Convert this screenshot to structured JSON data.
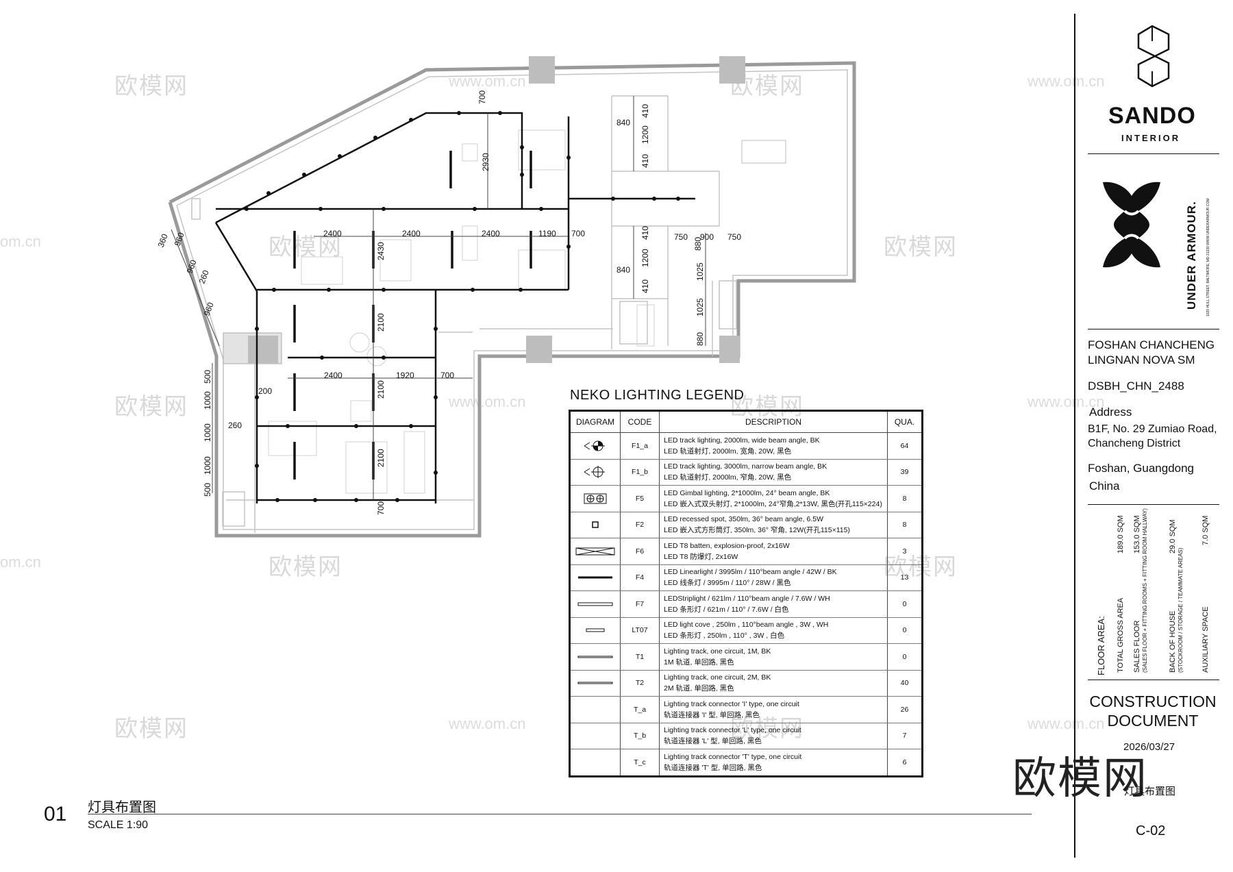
{
  "watermarks": {
    "cn": "欧模网",
    "url": "www.om.cn",
    "url_edge": "om.cn"
  },
  "plan": {
    "dimensions": [
      "700",
      "2930",
      "840",
      "410",
      "1200",
      "410",
      "2400",
      "2400",
      "2400",
      "1190",
      "700",
      "750",
      "900",
      "750",
      "880",
      "2430",
      "840",
      "410",
      "1200",
      "410",
      "1025",
      "1025",
      "880",
      "2100",
      "2400",
      "1920",
      "700",
      "2100",
      "2100",
      "700",
      "200",
      "260",
      "500",
      "1000",
      "1000",
      "1000",
      "500",
      "360",
      "960",
      "960",
      "260",
      "960"
    ]
  },
  "legend": {
    "title": "NEKO LIGHTING LEGEND",
    "headers": {
      "diagram": "DIAGRAM",
      "code": "CODE",
      "description": "DESCRIPTION",
      "qua": "QUA."
    },
    "rows": [
      {
        "symbol": "track-wide-icon",
        "code": "F1_a",
        "desc_en": "LED track lighting, 2000lm, wide beam angle, BK",
        "desc_cn": "LED 轨道射灯, 2000lm, 宽角, 20W, 黑色",
        "qua": "64"
      },
      {
        "symbol": "track-narrow-icon",
        "code": "F1_b",
        "desc_en": "LED track lighting, 3000lm, narrow beam angle, BK",
        "desc_cn": "LED 轨道射灯, 2000lm, 窄角, 20W, 黑色",
        "qua": "39"
      },
      {
        "symbol": "gimbal-icon",
        "code": "F5",
        "desc_en": "LED Gimbal lighting, 2*1000lm, 24° beam angle, BK",
        "desc_cn": "LED 嵌入式双头射灯, 2*1000lm, 24°窄角,2*13W, 黑色(开孔115×224)",
        "qua": "8"
      },
      {
        "symbol": "recessed-spot-icon",
        "code": "F2",
        "desc_en": "LED recessed spot, 350lm, 36° beam angle, 6.5W",
        "desc_cn": "LED 嵌入式方形筒灯, 350lm, 36° 窄角, 12W(开孔115×115)",
        "qua": "8"
      },
      {
        "symbol": "t8-batten-icon",
        "code": "F6",
        "desc_en": "LED T8 batten, explosion-proof, 2x16W",
        "desc_cn": "LED T8  防爆灯, 2x16W",
        "qua": "3"
      },
      {
        "symbol": "linearlight-icon",
        "code": "F4",
        "desc_en": "LED Linearlight / 3995lm / 110°beam angle / 42W / BK",
        "desc_cn": "LED 线条灯 / 3995m / 110° / 28W / 黑色",
        "qua": "13"
      },
      {
        "symbol": "striplight-icon",
        "code": "F7",
        "desc_en": "LEDStriplight  / 621lm / 110°beam angle / 7.6W / WH",
        "desc_cn": "LED 条形灯 / 621m / 110° / 7.6W / 白色",
        "qua": "0"
      },
      {
        "symbol": "light-cove-icon",
        "code": "LT07",
        "desc_en": "LED light cove , 250lm , 110°beam angle , 3W , WH",
        "desc_cn": "LED 条形灯 , 250lm , 110° , 3W , 白色",
        "qua": "0"
      },
      {
        "symbol": "track-1m-icon",
        "code": "T1",
        "desc_en": "Lighting track, one circuit, 1M, BK",
        "desc_cn": "1M 轨道, 单回路, 黑色",
        "qua": "0"
      },
      {
        "symbol": "track-2m-icon",
        "code": "T2",
        "desc_en": "Lighting track, one circuit, 2M, BK",
        "desc_cn": "2M 轨道, 单回路, 黑色",
        "qua": "40"
      },
      {
        "symbol": "",
        "code": "T_a",
        "desc_en": "Lighting track connector 'I' type, one circuit",
        "desc_cn": "轨道连接器 'I' 型, 单回路, 黑色",
        "qua": "26"
      },
      {
        "symbol": "",
        "code": "T_b",
        "desc_en": "Lighting track connector 'L' type, one circuit",
        "desc_cn": "轨道连接器 'L' 型, 单回路, 黑色",
        "qua": "7"
      },
      {
        "symbol": "",
        "code": "T_c",
        "desc_en": "Lighting track connector 'T' type, one circuit",
        "desc_cn": "轨道连接器 'T' 型, 单回路, 黑色",
        "qua": "6"
      }
    ]
  },
  "title_block": {
    "firm": "SANDO",
    "firm_sub": "INTERIOR",
    "client": "UNDER ARMOUR.",
    "client_address_small": "1020 HULL STREET, BALTIMORE, MD 21230   WWW.UNDERARMOUR.COM",
    "project_line1": "FOSHAN CHANCHENG",
    "project_line2": "LINGNAN NOVA SM",
    "project_code": "DSBH_CHN_2488",
    "address_label": "Address",
    "address_line1": "B1F, No. 29 Zumiao Road,",
    "address_line2": "Chancheng District",
    "city_line1": "Foshan, Guangdong",
    "city_line2": "China",
    "floor_area_label": "FLOOR AREA:",
    "floor_areas": [
      {
        "label": "TOTAL GROSS AREA",
        "note": "",
        "value": "189.0 SQM"
      },
      {
        "label": "SALES FLOOR",
        "note": "(SALES FLOOR + FITTING ROOMS + FITTING ROOM HALLWAY)",
        "value": "153.0 SQM"
      },
      {
        "label": "BACK OF HOUSE",
        "note": "(STOCKROOM / STORAGE / TEAMMATE AREAS)",
        "value": "29.0 SQM"
      },
      {
        "label": "AUXILIARY SPACE",
        "note": "",
        "value": "7.0 SQM"
      }
    ],
    "doc_line1": "CONSTRUCTION",
    "doc_line2": "DOCUMENT",
    "date": "2026/03/27",
    "sheet_title": "灯具布置图",
    "sheet_no": "C-02",
    "big_watermark": "欧模网"
  },
  "view": {
    "number": "01",
    "title": "灯具布置图",
    "scale": "SCALE 1:90"
  }
}
